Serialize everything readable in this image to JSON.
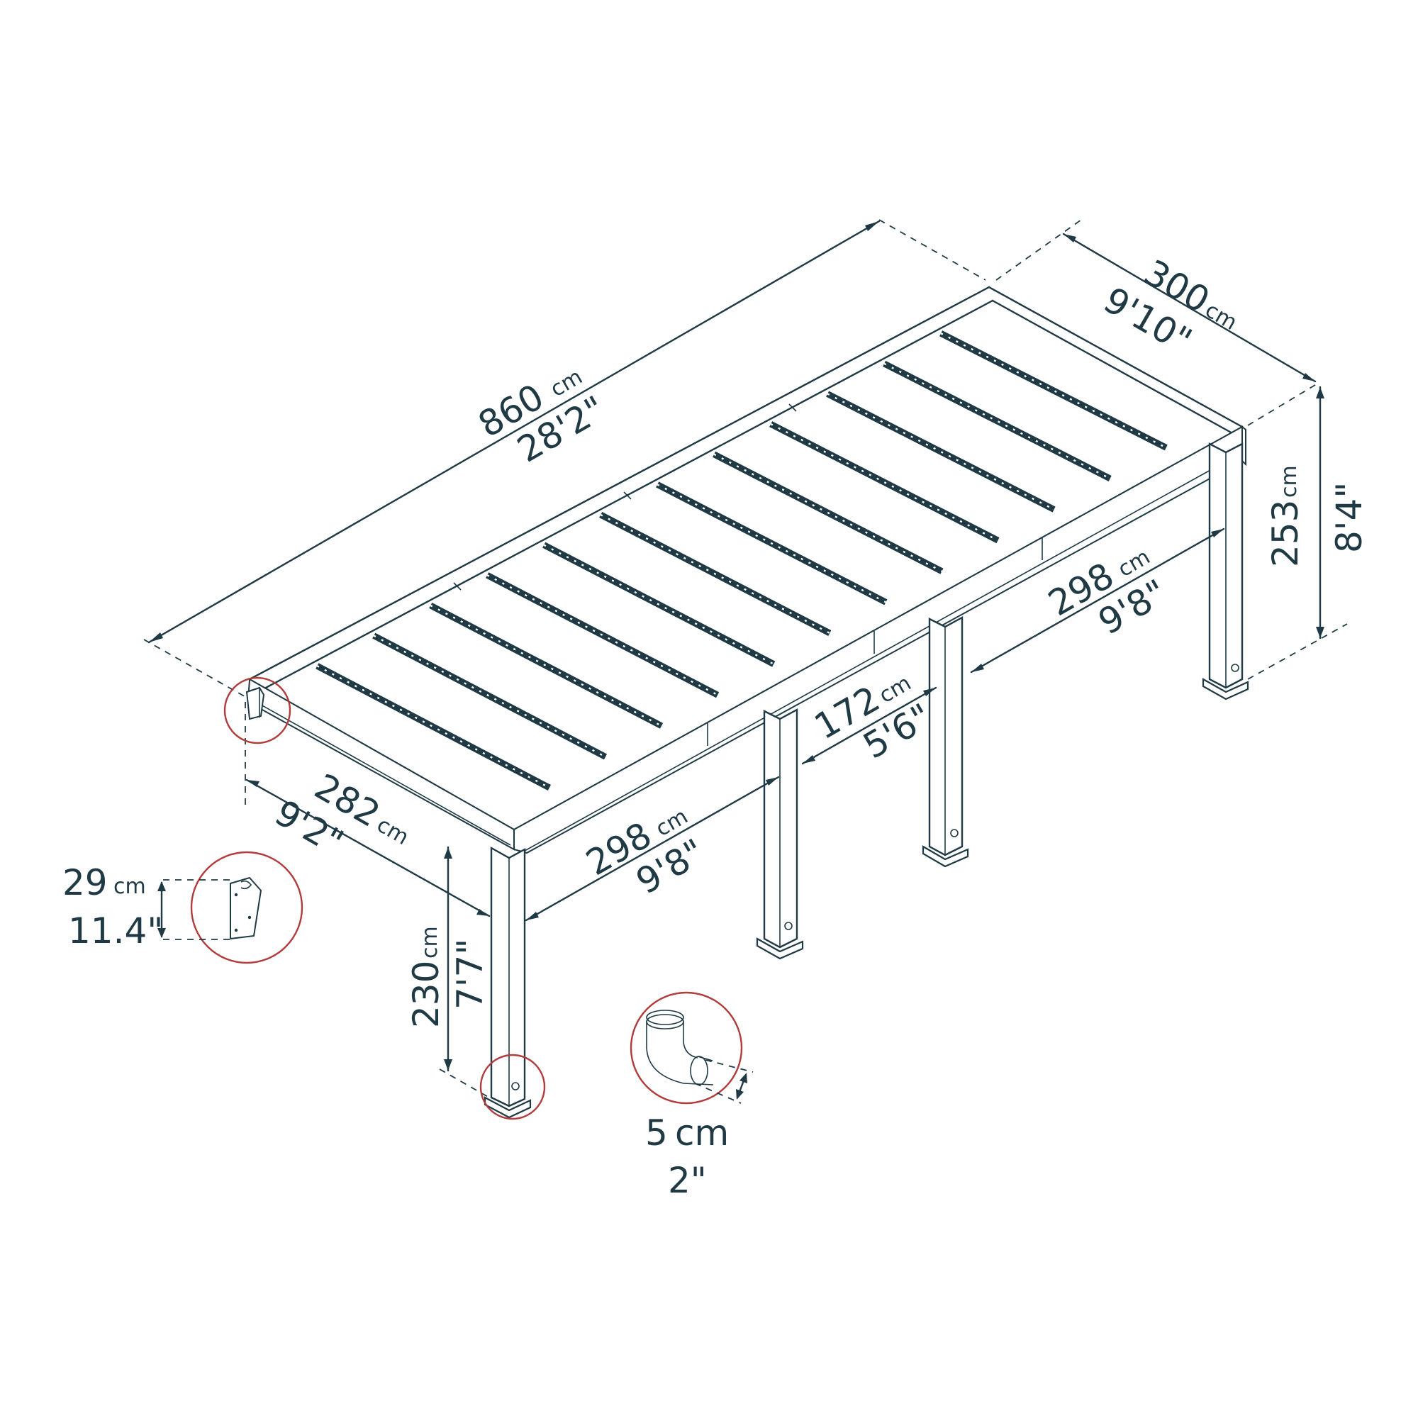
{
  "colors": {
    "line": "#1f3a44",
    "callout": "#b23b3b",
    "background": "#ffffff"
  },
  "dimensions": {
    "length": {
      "value": "860",
      "unit": "cm",
      "imperial": "28'2\""
    },
    "width": {
      "value": "300",
      "unit": "cm",
      "imperial": "9'10\""
    },
    "height_total": {
      "value": "253",
      "unit": "cm",
      "imperial": "8'4\""
    },
    "side_front": {
      "value": "282",
      "unit": "cm",
      "imperial": "9'2\""
    },
    "span_front": {
      "value": "298",
      "unit": "cm",
      "imperial": "9'8\""
    },
    "span_middle": {
      "value": "172",
      "unit": "cm",
      "imperial": "5'6\""
    },
    "span_back": {
      "value": "298",
      "unit": "cm",
      "imperial": "9'8\""
    },
    "post_height": {
      "value": "230",
      "unit": "cm",
      "imperial": "7'7\""
    },
    "beam_height": {
      "value": "29",
      "unit": "cm",
      "imperial": "11.4\""
    },
    "drain_diameter": {
      "value": "5",
      "unit": "cm",
      "imperial": "2\""
    }
  },
  "icons": {
    "beam_detail": "beam-end-profile-icon",
    "drain_detail": "drain-elbow-icon",
    "corner_callout": "corner-callout-circle",
    "foot_callout": "post-foot-callout-circle"
  }
}
